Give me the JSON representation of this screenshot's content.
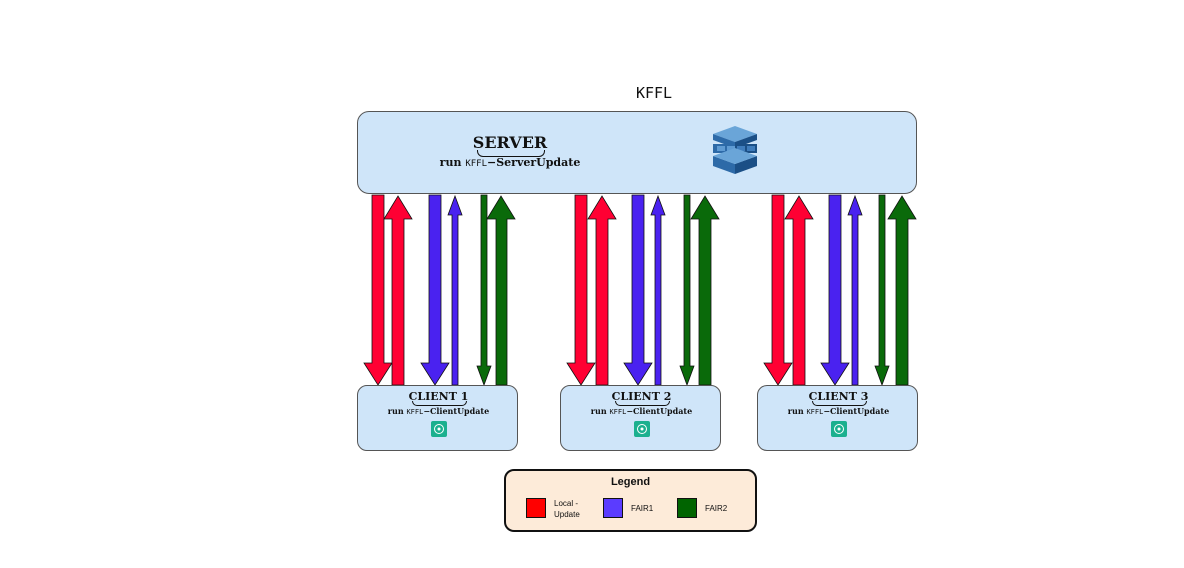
{
  "diagram": {
    "title": "KFFL",
    "server": {
      "title": "SERVER",
      "run_prefix": "run",
      "run_mono": "KFFL",
      "run_suffix": "−ServerUpdate",
      "icon": "database-cube-icon"
    },
    "clients": [
      {
        "title": "CLIENT 1",
        "run_prefix": "run",
        "run_mono": "KFFL",
        "run_suffix": "−ClientUpdate",
        "icon": "chip-icon"
      },
      {
        "title": "CLIENT 2",
        "run_prefix": "run",
        "run_mono": "KFFL",
        "run_suffix": "−ClientUpdate",
        "icon": "chip-icon"
      },
      {
        "title": "CLIENT 3",
        "run_prefix": "run",
        "run_mono": "KFFL",
        "run_suffix": "−ClientUpdate",
        "icon": "chip-icon"
      }
    ],
    "legend": {
      "title": "Legend",
      "items": [
        {
          "label": "Local -\nUpdate",
          "color": "#ff0000"
        },
        {
          "label": "FAIR1",
          "color": "#5b3cff"
        },
        {
          "label": "FAIR2",
          "color": "#006400"
        }
      ]
    },
    "colors": {
      "local": "#ff0033",
      "fair1": "#4a22f0",
      "fair2": "#0a6a0a",
      "box_fill": "#cfe5f9",
      "legend_fill": "#fdebd9"
    }
  }
}
